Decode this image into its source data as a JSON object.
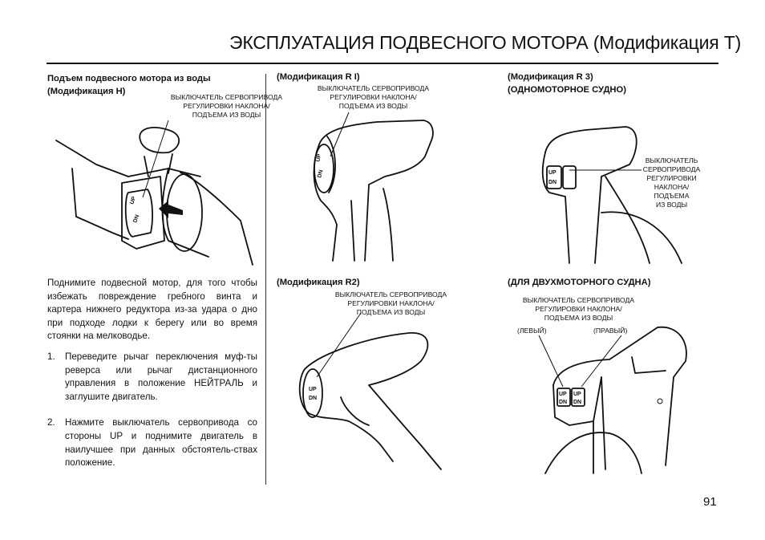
{
  "page": {
    "title": "ЭКСПЛУАТАЦИЯ ПОДВЕСНОГО МОТОРА (Модификация Т)",
    "page_number": "91"
  },
  "section_h": {
    "heading_line1": "Подъем подвесного мотора из воды",
    "heading_line2": "(Модификация Н)",
    "caption_line1": "ВЫКЛЮЧАТЕЛЬ СЕРВОПРИВОДА",
    "caption_line2": "РЕГУЛИРОВКИ НАКЛОНА/",
    "caption_line3": "ПОДЪЕМА ИЗ ВОДЫ"
  },
  "intro_paragraph": "Поднимите подвесной мотор, для того чтобы избежать повреждение гребного винта и картера нижнего редуктора из-за удара о дно при подходе лодки к берегу или во время стоянки на мелководье.",
  "steps": [
    {
      "num": "1.",
      "text": "Переведите рычаг переключения муф-ты реверса или рычаг дистанционного управления в положение НЕЙТРАЛЬ и заглушите двигатель."
    },
    {
      "num": "2.",
      "text": "Нажмите выключатель сервопривода со стороны UP и поднимите двигатель в наилучшее при данных обстоятель-ствах положение."
    }
  ],
  "section_r1": {
    "heading": "(Модификация R I)",
    "caption_line1": "ВЫКЛЮЧАТЕЛЬ СЕРВОПРИВОДА",
    "caption_line2": "РЕГУЛИРОВКИ НАКЛОНА/",
    "caption_line3": "ПОДЪЕМА ИЗ ВОДЫ"
  },
  "section_r2": {
    "heading": "(Модификация R2)",
    "caption_line1": "ВЫКЛЮЧАТЕЛЬ СЕРВОПРИВОДА",
    "caption_line2": "РЕГУЛИРОВКИ НАКЛОНА/",
    "caption_line3": "ПОДЪЕМА ИЗ ВОДЫ"
  },
  "section_r3": {
    "heading_line1": "(Модификация R 3)",
    "heading_line2": "(ОДНОМОТОРНОЕ СУДНО)",
    "caption_line1": "ВЫКЛЮЧАТЕЛЬ",
    "caption_line2": "СЕРВОПРИВОДА",
    "caption_line3": "РЕГУЛИРОВКИ",
    "caption_line4": "НАКЛОНА/",
    "caption_line5": "ПОДЪЕМА",
    "caption_line6": "ИЗ ВОДЫ"
  },
  "section_twin": {
    "heading": "(ДЛЯ ДВУХМОТОРНОГО СУДНА)",
    "caption_line1": "ВЫКЛЮЧАТЕЛЬ СЕРВОПРИВОДА",
    "caption_line2": "РЕГУЛИРОВКИ НАКЛОНА/",
    "caption_line3": "ПОДЪЕМА ИЗ ВОДЫ",
    "left_label": "(ЛЕВЫЙ)",
    "right_label": "(ПРАВЫЙ)"
  },
  "switch_labels": {
    "up": "UP",
    "dn": "DN"
  }
}
